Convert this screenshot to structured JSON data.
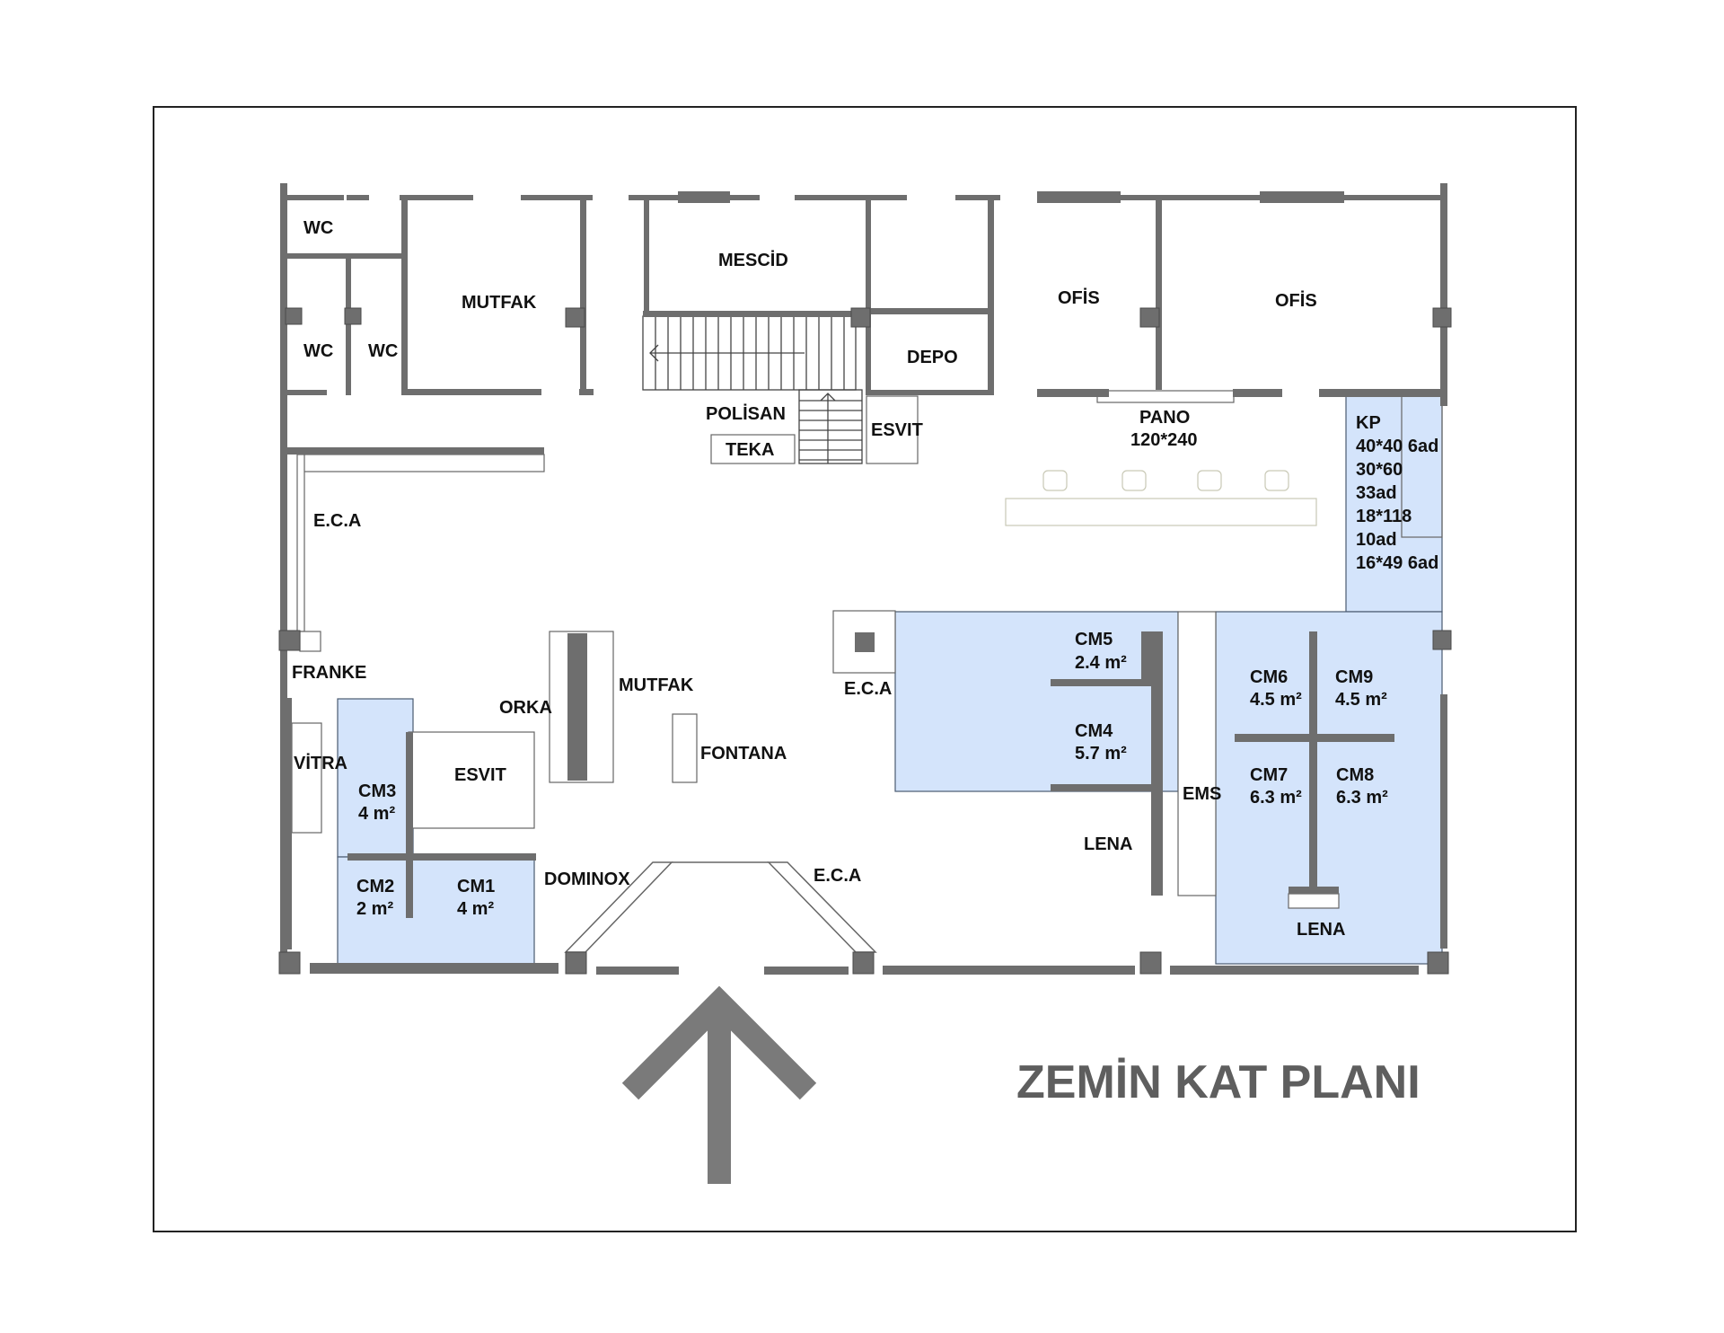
{
  "title": "ZEMİN KAT PLANI",
  "colors": {
    "wall": "#6e6e6e",
    "zone": "#d4e4fb",
    "zone_stroke": "#4a5a70",
    "border": "#222222",
    "arrow": "#7a7a7a",
    "fixture": "#666666"
  },
  "rooms": {
    "wc_top": "WC",
    "wc_left": "WC",
    "wc_right": "WC",
    "mutfak_top": "MUTFAK",
    "mescid": "MESCİD",
    "depo": "DEPO",
    "ofis_left": "OFİS",
    "ofis_right": "OFİS"
  },
  "labels": {
    "polisan": "POLİSAN",
    "teka": "TEKA",
    "esvit_top": "ESVIT",
    "pano": "PANO",
    "pano_size": "120*240",
    "eca_left": "E.C.A",
    "franke": "FRANKE",
    "vitra": "VİTRA",
    "orka": "ORKA",
    "mutfak_center": "MUTFAK",
    "fontana": "FONTANA",
    "esvit_bottom": "ESVIT",
    "dominox": "DOMINOX",
    "eca_bottom": "E.C.A",
    "eca_right": "E.C.A",
    "ems": "EMS",
    "lena_center": "LENA",
    "lena_right": "LENA"
  },
  "kp": [
    "KP",
    "40*40 6ad",
    "30*60",
    "33ad",
    "18*118",
    "10ad",
    "16*49 6ad"
  ],
  "stands": [
    {
      "id": "cm1",
      "name": "CM1",
      "area": "4 m²"
    },
    {
      "id": "cm2",
      "name": "CM2",
      "area": "2 m²"
    },
    {
      "id": "cm3",
      "name": "CM3",
      "area": "4 m²"
    },
    {
      "id": "cm4",
      "name": "CM4",
      "area": "5.7 m²"
    },
    {
      "id": "cm5",
      "name": "CM5",
      "area": "2.4 m²"
    },
    {
      "id": "cm6",
      "name": "CM6",
      "area": "4.5 m²"
    },
    {
      "id": "cm7",
      "name": "CM7",
      "area": "6.3 m²"
    },
    {
      "id": "cm8",
      "name": "CM8",
      "area": "6.3 m²"
    },
    {
      "id": "cm9",
      "name": "CM9",
      "area": "4.5 m²"
    }
  ]
}
